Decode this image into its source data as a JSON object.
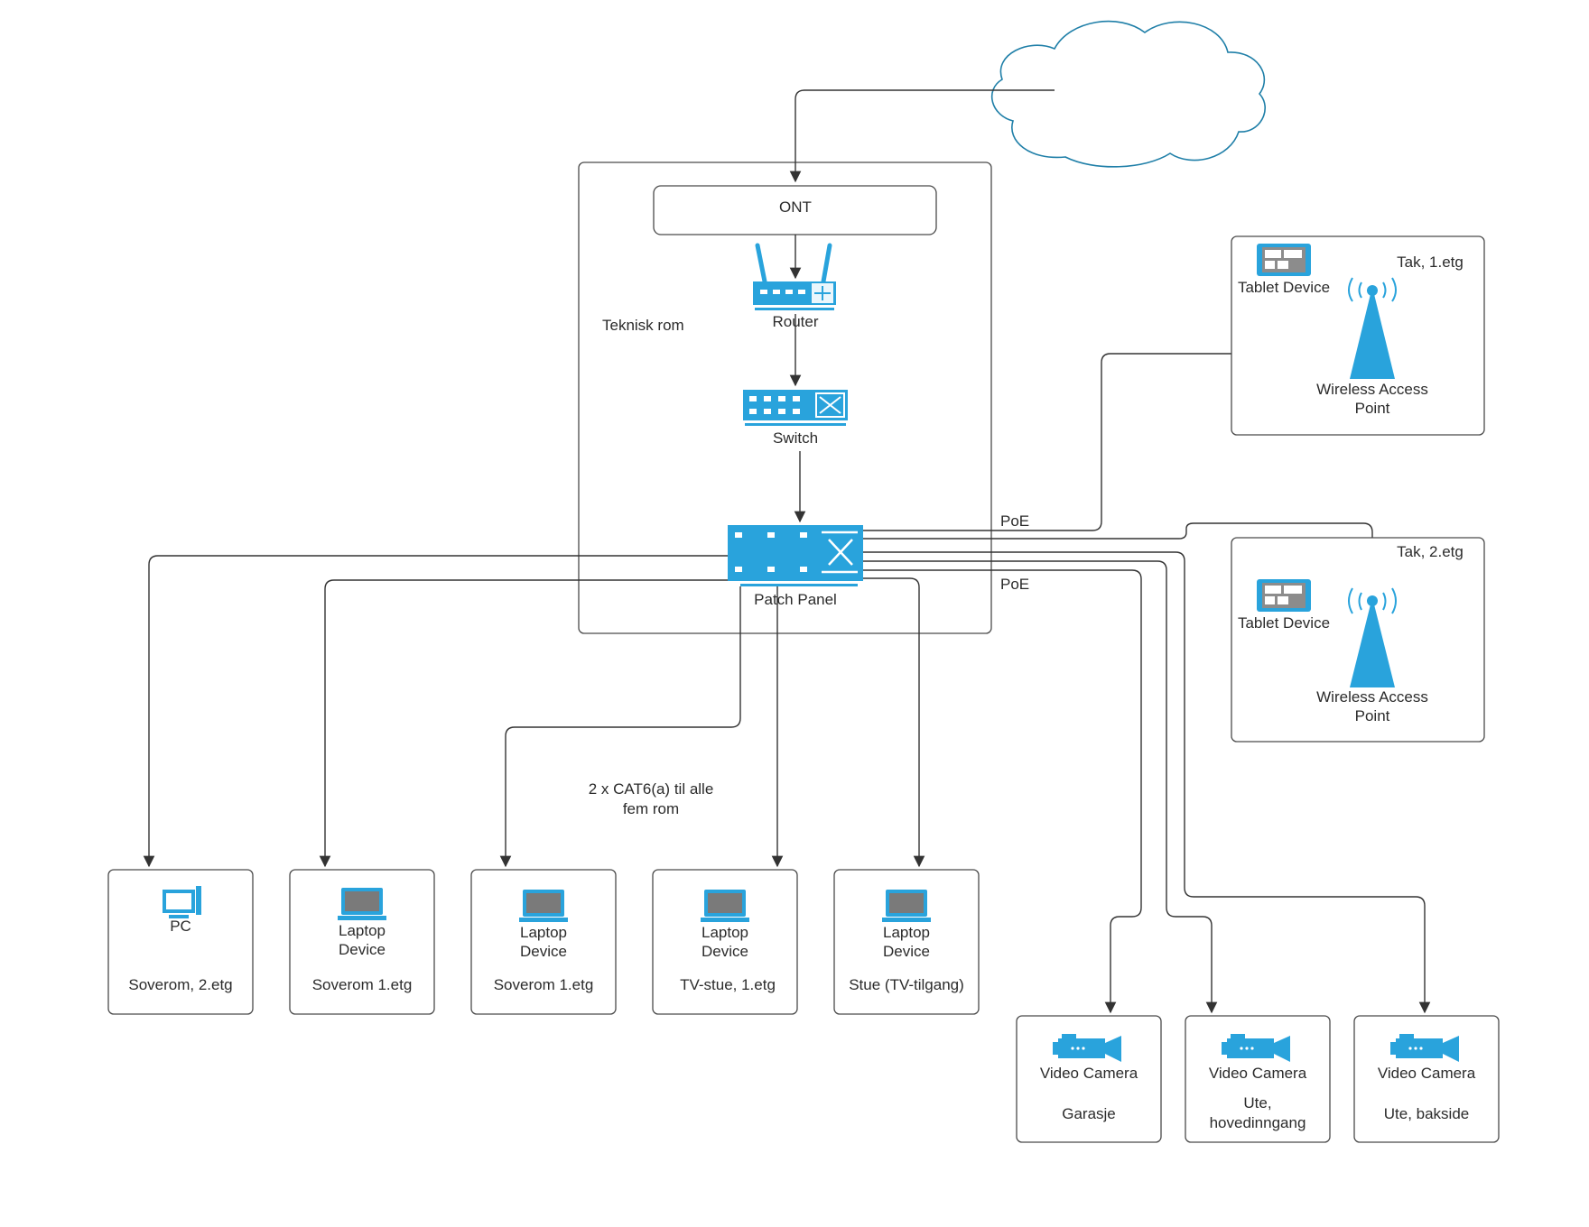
{
  "diagram": {
    "teknisk_rom_label": "Teknisk rom",
    "ont_label": "ONT",
    "router_label": "Router",
    "switch_label": "Switch",
    "patch_panel_label": "Patch Panel",
    "poe_label_1": "PoE",
    "poe_label_2": "PoE",
    "cat6_note_line1": "2 x CAT6(a) til alle",
    "cat6_note_line2": "fem rom",
    "wap_1": {
      "location": "Tak, 1.etg",
      "tablet_label": "Tablet Device",
      "ap_label_line1": "Wireless Access",
      "ap_label_line2": "Point"
    },
    "wap_2": {
      "location": "Tak, 2.etg",
      "tablet_label": "Tablet Device",
      "ap_label_line1": "Wireless Access",
      "ap_label_line2": "Point"
    },
    "rooms": [
      {
        "device_line1": "PC",
        "device_line2": "",
        "location": "Soverom, 2.etg"
      },
      {
        "device_line1": "Laptop",
        "device_line2": "Device",
        "location": "Soverom 1.etg"
      },
      {
        "device_line1": "Laptop",
        "device_line2": "Device",
        "location": "Soverom 1.etg"
      },
      {
        "device_line1": "Laptop",
        "device_line2": "Device",
        "location": "TV-stue, 1.etg"
      },
      {
        "device_line1": "Laptop",
        "device_line2": "Device",
        "location": "Stue (TV-tilgang)"
      }
    ],
    "cameras": [
      {
        "device": "Video Camera",
        "location_line1": "Garasje",
        "location_line2": ""
      },
      {
        "device": "Video Camera",
        "location_line1": "Ute,",
        "location_line2": "hovedinngang"
      },
      {
        "device": "Video Camera",
        "location_line1": "Ute, bakside",
        "location_line2": ""
      }
    ],
    "colors": {
      "device_blue": "#29a3dc",
      "cloud_outline": "#1f7fa8",
      "line": "#333333"
    }
  }
}
